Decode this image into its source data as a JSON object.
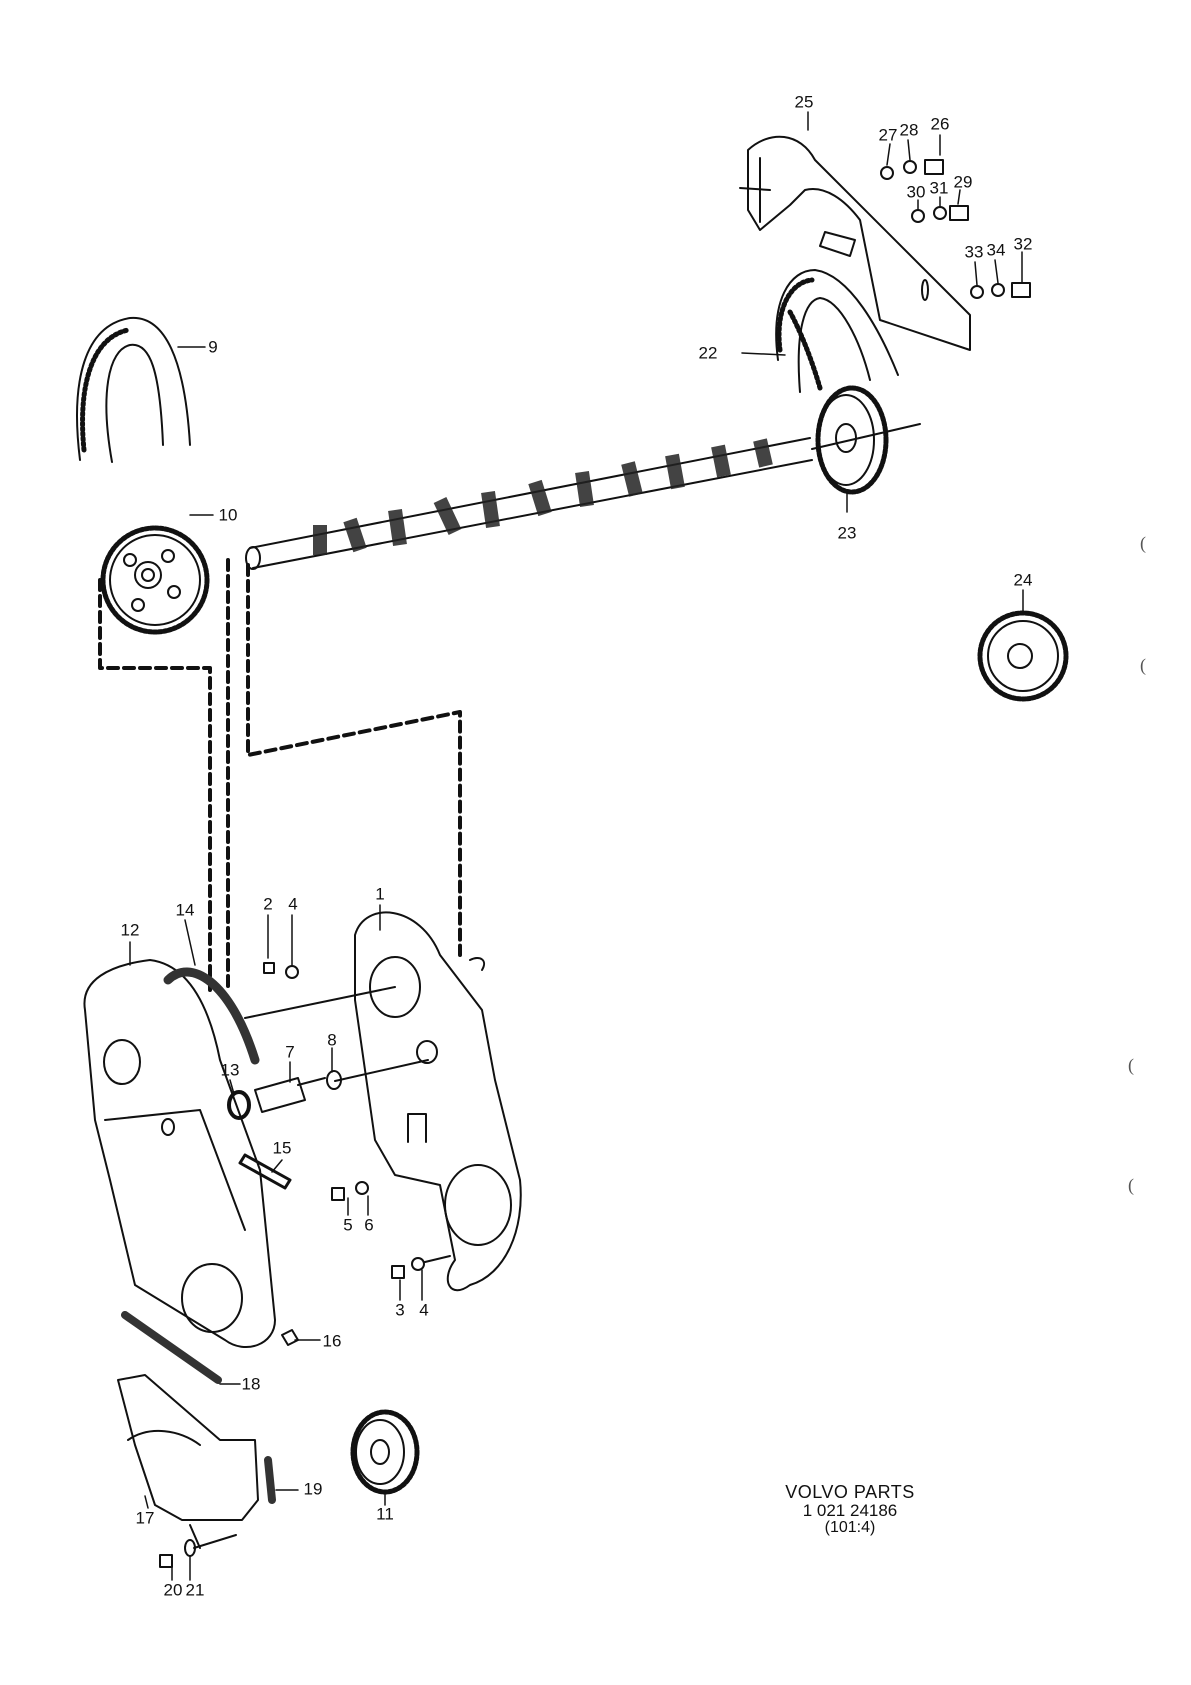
{
  "callouts": {
    "c1": "1",
    "c2": "2",
    "c3": "3",
    "c4a": "4",
    "c4b": "4",
    "c5": "5",
    "c6": "6",
    "c7": "7",
    "c8": "8",
    "c9": "9",
    "c10": "10",
    "c11": "11",
    "c12": "12",
    "c13": "13",
    "c14": "14",
    "c15": "15",
    "c16": "16",
    "c17": "17",
    "c18": "18",
    "c19": "19",
    "c20": "20",
    "c21": "21",
    "c22": "22",
    "c23": "23",
    "c24": "24",
    "c25": "25",
    "c26": "26",
    "c27": "27",
    "c28": "28",
    "c29": "29",
    "c30": "30",
    "c31": "31",
    "c32": "32",
    "c33": "33",
    "c34": "34"
  },
  "footer": {
    "brand": "VOLVO PARTS",
    "number": "1 021 24186",
    "section": "(101:4)"
  },
  "margin_marks": [
    "(",
    "(",
    "(",
    "("
  ],
  "colors": {
    "ink": "#111111",
    "paper": "#ffffff"
  }
}
